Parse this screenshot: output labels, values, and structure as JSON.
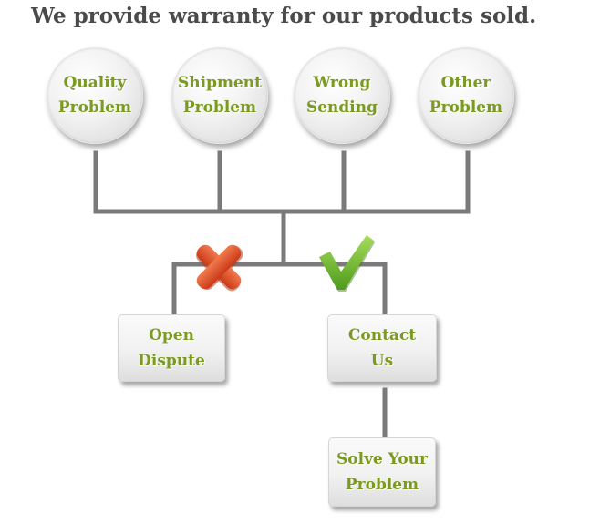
{
  "title": "We provide warranty for our products sold.",
  "problems": [
    {
      "label": "Quality\nProblem"
    },
    {
      "label": "Shipment\nProblem"
    },
    {
      "label": "Wrong\nSending"
    },
    {
      "label": "Other\nProblem"
    }
  ],
  "actions": {
    "open_dispute": "Open\nDispute",
    "contact_us": "Contact\nUs",
    "solve": "Solve Your\nProblem"
  },
  "colors": {
    "label_green": "#7a9a22",
    "connector_gray": "#7a7a7a",
    "cross_red": "#e0502a",
    "check_green": "#7dc23a"
  }
}
